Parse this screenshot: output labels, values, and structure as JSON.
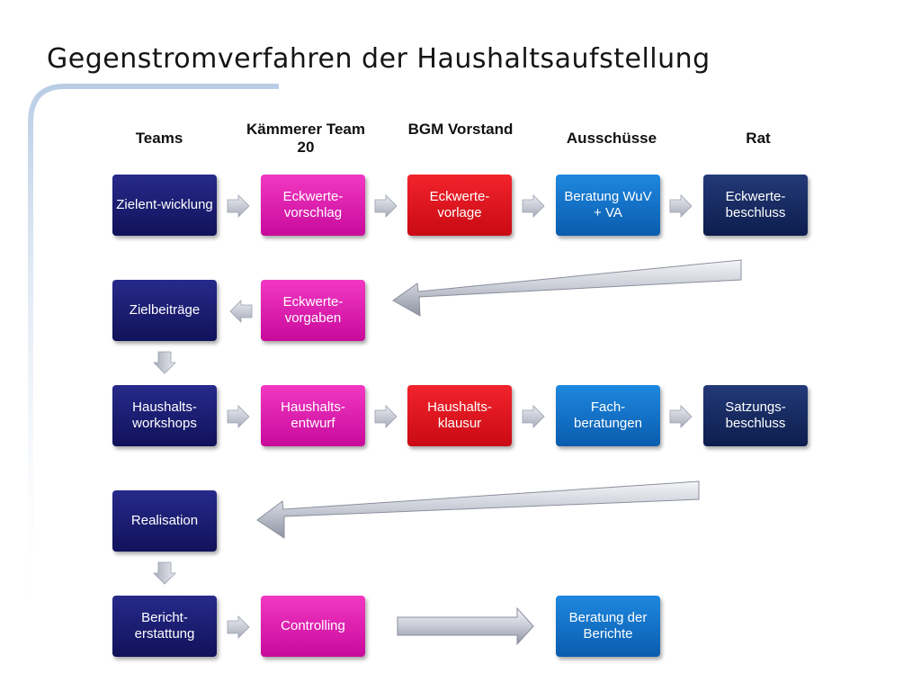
{
  "title": "Gegenstromverfahren der Haushaltsaufstellung",
  "columns": [
    {
      "label": "Teams"
    },
    {
      "label": "Kämmerer Team 20"
    },
    {
      "label": "BGM Vorstand"
    },
    {
      "label": "Ausschüsse"
    },
    {
      "label": "Rat"
    }
  ],
  "rows": {
    "row1": [
      "Zielent-wicklung",
      "Eckwerte-vorschlag",
      "Eckwerte-vorlage",
      "Beratung WuV + VA",
      "Eckwerte-beschluss"
    ],
    "row2": [
      "Zielbeiträge",
      "Eckwerte-vorgaben"
    ],
    "row3": [
      "Haushalts-workshops",
      "Haushalts-entwurf",
      "Haushalts-klausur",
      "Fach-beratungen",
      "Satzungs-beschluss"
    ],
    "row4": [
      "Realisation"
    ],
    "row5": [
      "Bericht-erstattung",
      "Controlling",
      "Beratung der Berichte"
    ]
  },
  "colors": {
    "navy": "#1a1d72",
    "pink": "#e21eb4",
    "red": "#e0141e",
    "blue": "#1474cc",
    "dark_navy": "#182b63",
    "arrow_gray": "#c9ccd6"
  }
}
